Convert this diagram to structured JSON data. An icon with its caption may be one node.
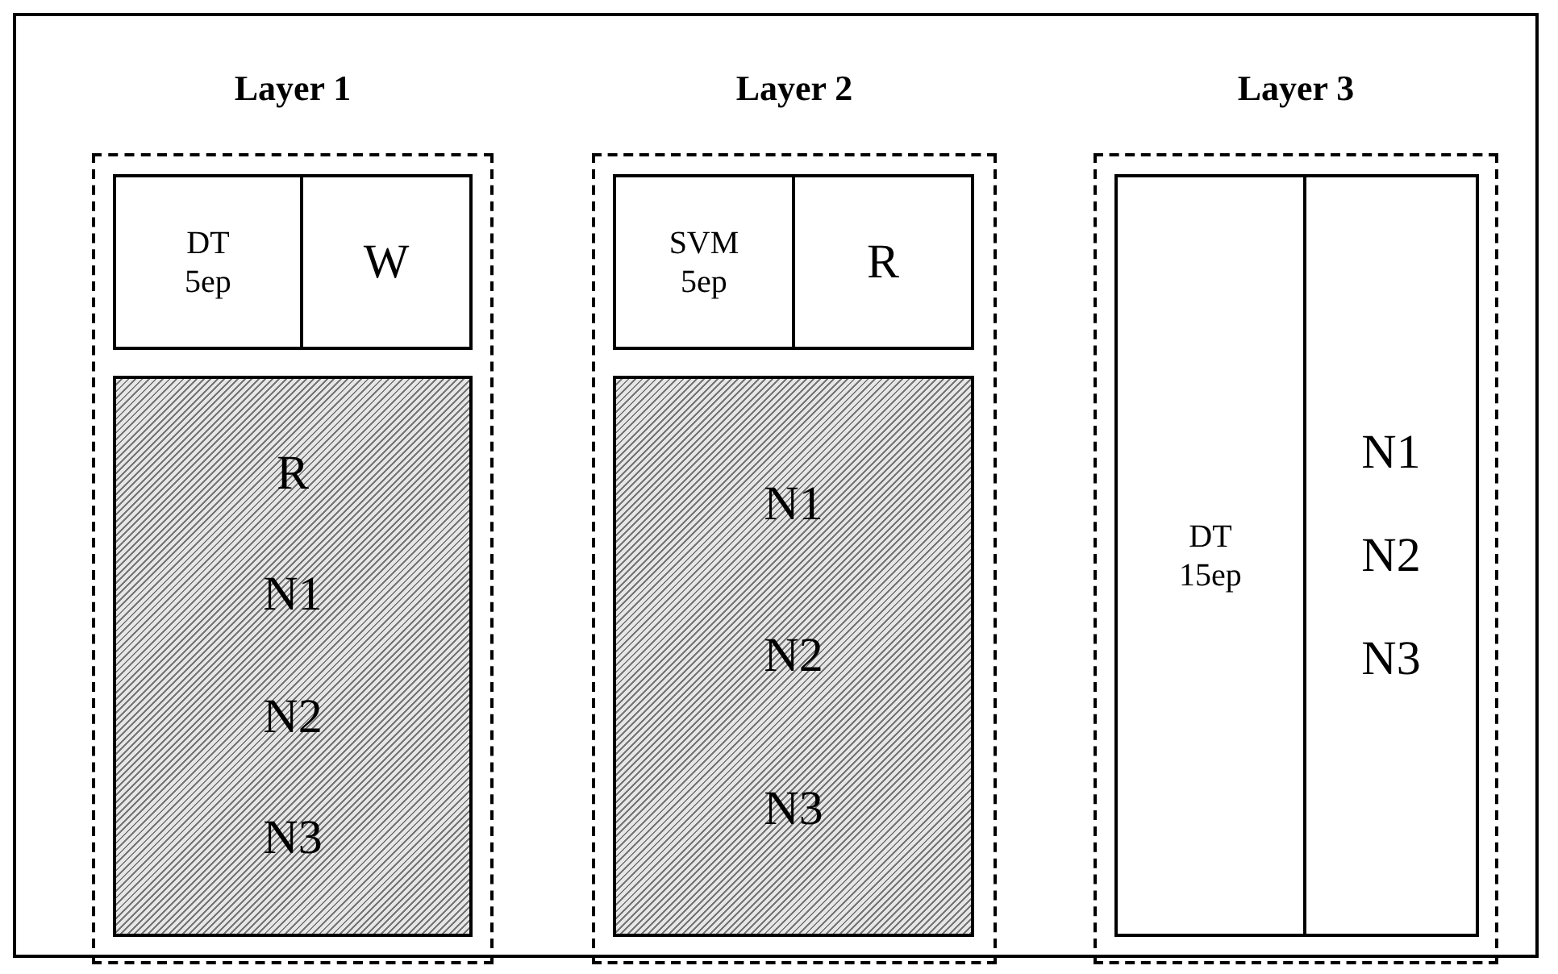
{
  "diagram": {
    "nodes": [
      {
        "text": [
          "Layer 1"
        ]
      },
      {
        "text": [
          "DT 5ep"
        ],
        "in": 0
      },
      {
        "text": [
          "W"
        ],
        "in": 0
      },
      {
        "text": [
          "R",
          "N1",
          "N2",
          "N3"
        ],
        "in": 0
      },
      {
        "text": [
          "Layer 2"
        ]
      },
      {
        "text": [
          "SVM 5ep"
        ],
        "in": 4
      },
      {
        "text": [
          "R"
        ],
        "in": 4
      },
      {
        "text": [
          "N1",
          "N2",
          "N3"
        ],
        "in": 4
      },
      {
        "text": [
          "Layer 3"
        ]
      },
      {
        "text": [
          "DT 15ep"
        ],
        "in": 8
      },
      {
        "text": [
          "N1",
          "N2",
          "N3"
        ],
        "in": 8
      }
    ],
    "edges": []
  }
}
